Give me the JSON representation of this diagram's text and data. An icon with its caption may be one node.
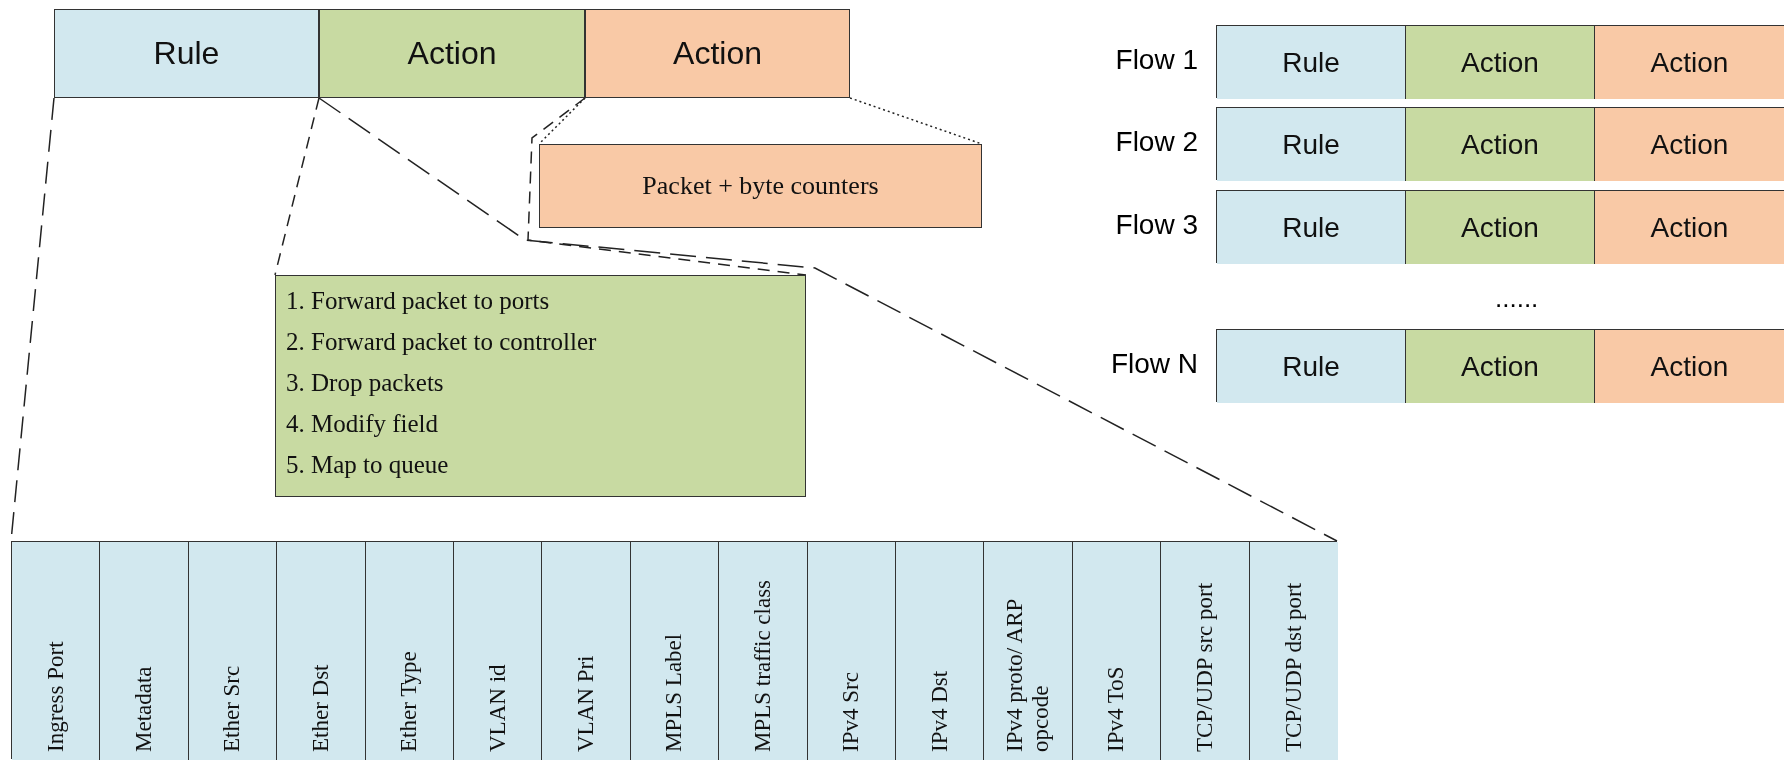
{
  "diagram": {
    "nodes": [
      {
        "text": [
          "Rule"
        ]
      },
      {
        "text": [
          "Action"
        ]
      },
      {
        "text": [
          "Action"
        ]
      },
      {
        "text": [
          "Packet + byte counters"
        ]
      },
      {
        "text": [
          "1. Forward packet to ports",
          "2. Forward packet to controller",
          "3. Drop packets",
          "4. Modify field",
          "5. Map to queue"
        ]
      },
      {
        "text": [],
        "shape": "box"
      },
      {
        "text": [
          "Ingress Port"
        ],
        "in": 5
      },
      {
        "text": [
          "Metadata"
        ],
        "in": 5
      },
      {
        "text": [
          "Ether Src"
        ],
        "in": 5
      },
      {
        "text": [
          "Ether Dst"
        ],
        "in": 5
      },
      {
        "text": [
          "Ether Type"
        ],
        "in": 5
      },
      {
        "text": [
          "VLAN id"
        ],
        "in": 5
      },
      {
        "text": [
          "VLAN Pri"
        ],
        "in": 5
      },
      {
        "text": [
          "MPLS Label"
        ],
        "in": 5
      },
      {
        "text": [
          "MPLS traffic class"
        ],
        "in": 5
      },
      {
        "text": [
          "IPv4 Src"
        ],
        "in": 5
      },
      {
        "text": [
          "IPv4 Dst"
        ],
        "in": 5
      },
      {
        "text": [
          "IPv4 proto/ ARP opcode"
        ],
        "in": 5
      },
      {
        "text": [
          "IPv4 ToS"
        ],
        "in": 5
      },
      {
        "text": [
          "TCP/UDP src port"
        ],
        "in": 5
      },
      {
        "text": [
          "TCP/UDP dst port"
        ],
        "in": 5
      },
      {
        "text": [],
        "shape": "box",
        "beside": [
          "Flow 1"
        ]
      },
      {
        "text": [
          "Rule"
        ],
        "in": 21
      },
      {
        "text": [
          "Action"
        ],
        "in": 21
      },
      {
        "text": [
          "Action"
        ],
        "in": 21
      },
      {
        "text": [],
        "shape": "box",
        "beside": [
          "Flow 2"
        ]
      },
      {
        "text": [
          "Rule"
        ],
        "in": 25
      },
      {
        "text": [
          "Action"
        ],
        "in": 25
      },
      {
        "text": [
          "Action"
        ],
        "in": 25
      },
      {
        "text": [],
        "shape": "box",
        "beside": [
          "Flow 3"
        ]
      },
      {
        "text": [
          "Rule"
        ],
        "in": 29
      },
      {
        "text": [
          "Action"
        ],
        "in": 29
      },
      {
        "text": [
          "Action"
        ],
        "in": 29
      },
      {
        "text": [],
        "shape": "box",
        "beside": [
          "Flow N"
        ]
      },
      {
        "text": [
          "Rule"
        ],
        "in": 33
      },
      {
        "text": [
          "Action"
        ],
        "in": 33
      },
      {
        "text": [
          "Action"
        ],
        "in": 33
      }
    ],
    "edges": [
      {
        "from": 0,
        "to": 5,
        "arrow": "none",
        "style": "dashed"
      },
      {
        "from": 0,
        "to": 5,
        "arrow": "none",
        "style": "dashed"
      },
      {
        "from": 1,
        "to": 4,
        "arrow": "none",
        "style": "dashed"
      },
      {
        "from": 1,
        "to": 4,
        "arrow": "none",
        "style": "dashed"
      },
      {
        "from": 2,
        "to": 3,
        "arrow": "none",
        "style": "dashed"
      },
      {
        "from": 2,
        "to": 3,
        "arrow": "none",
        "style": "dashed"
      }
    ],
    "labels": [
      "......"
    ]
  }
}
